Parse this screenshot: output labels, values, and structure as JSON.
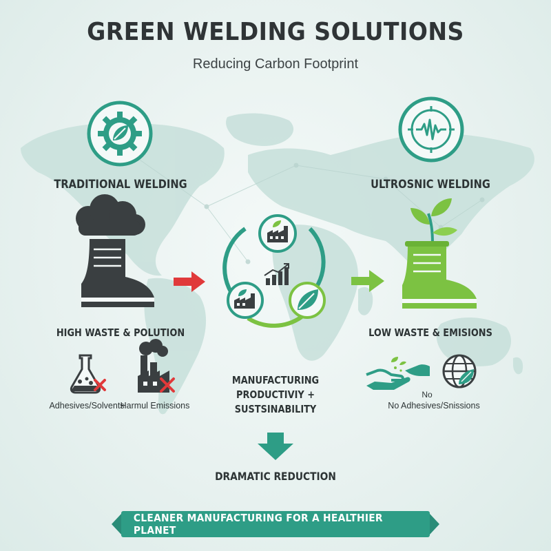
{
  "header": {
    "title": "GREEN WELDING SOLUTIONS",
    "subtitle": "Reducing Carbon Footprint"
  },
  "left": {
    "heading": "TRADITIONAL WELDING",
    "result": "HIGH WASTE & POLUTION",
    "items": [
      {
        "label": "Adhesives/Solvents",
        "icon": "flask-icon"
      },
      {
        "label": "Harmul Emissions",
        "icon": "factory-smoke-icon"
      }
    ]
  },
  "center": {
    "caption_line1": "MANUFACTURING",
    "caption_line2": "PRODUCTIVIY +",
    "caption_line3": "SUSTSINABILITY",
    "reduction": "DRAMATIC REDUCTION"
  },
  "right": {
    "heading": "ULTROSNIC WELDING",
    "result": "LOW WASTE & EMISIONS",
    "note_line1": "No",
    "note_line2": "No Adhesives/Snissions"
  },
  "footer": {
    "banner": "CLEANER MANUFACTURING FOR A HEALTHIER PLANET"
  },
  "colors": {
    "teal": "#2e9d86",
    "green": "#7cc242",
    "dark": "#2d3435",
    "red": "#e0393a",
    "map": "#c8e0dc"
  }
}
